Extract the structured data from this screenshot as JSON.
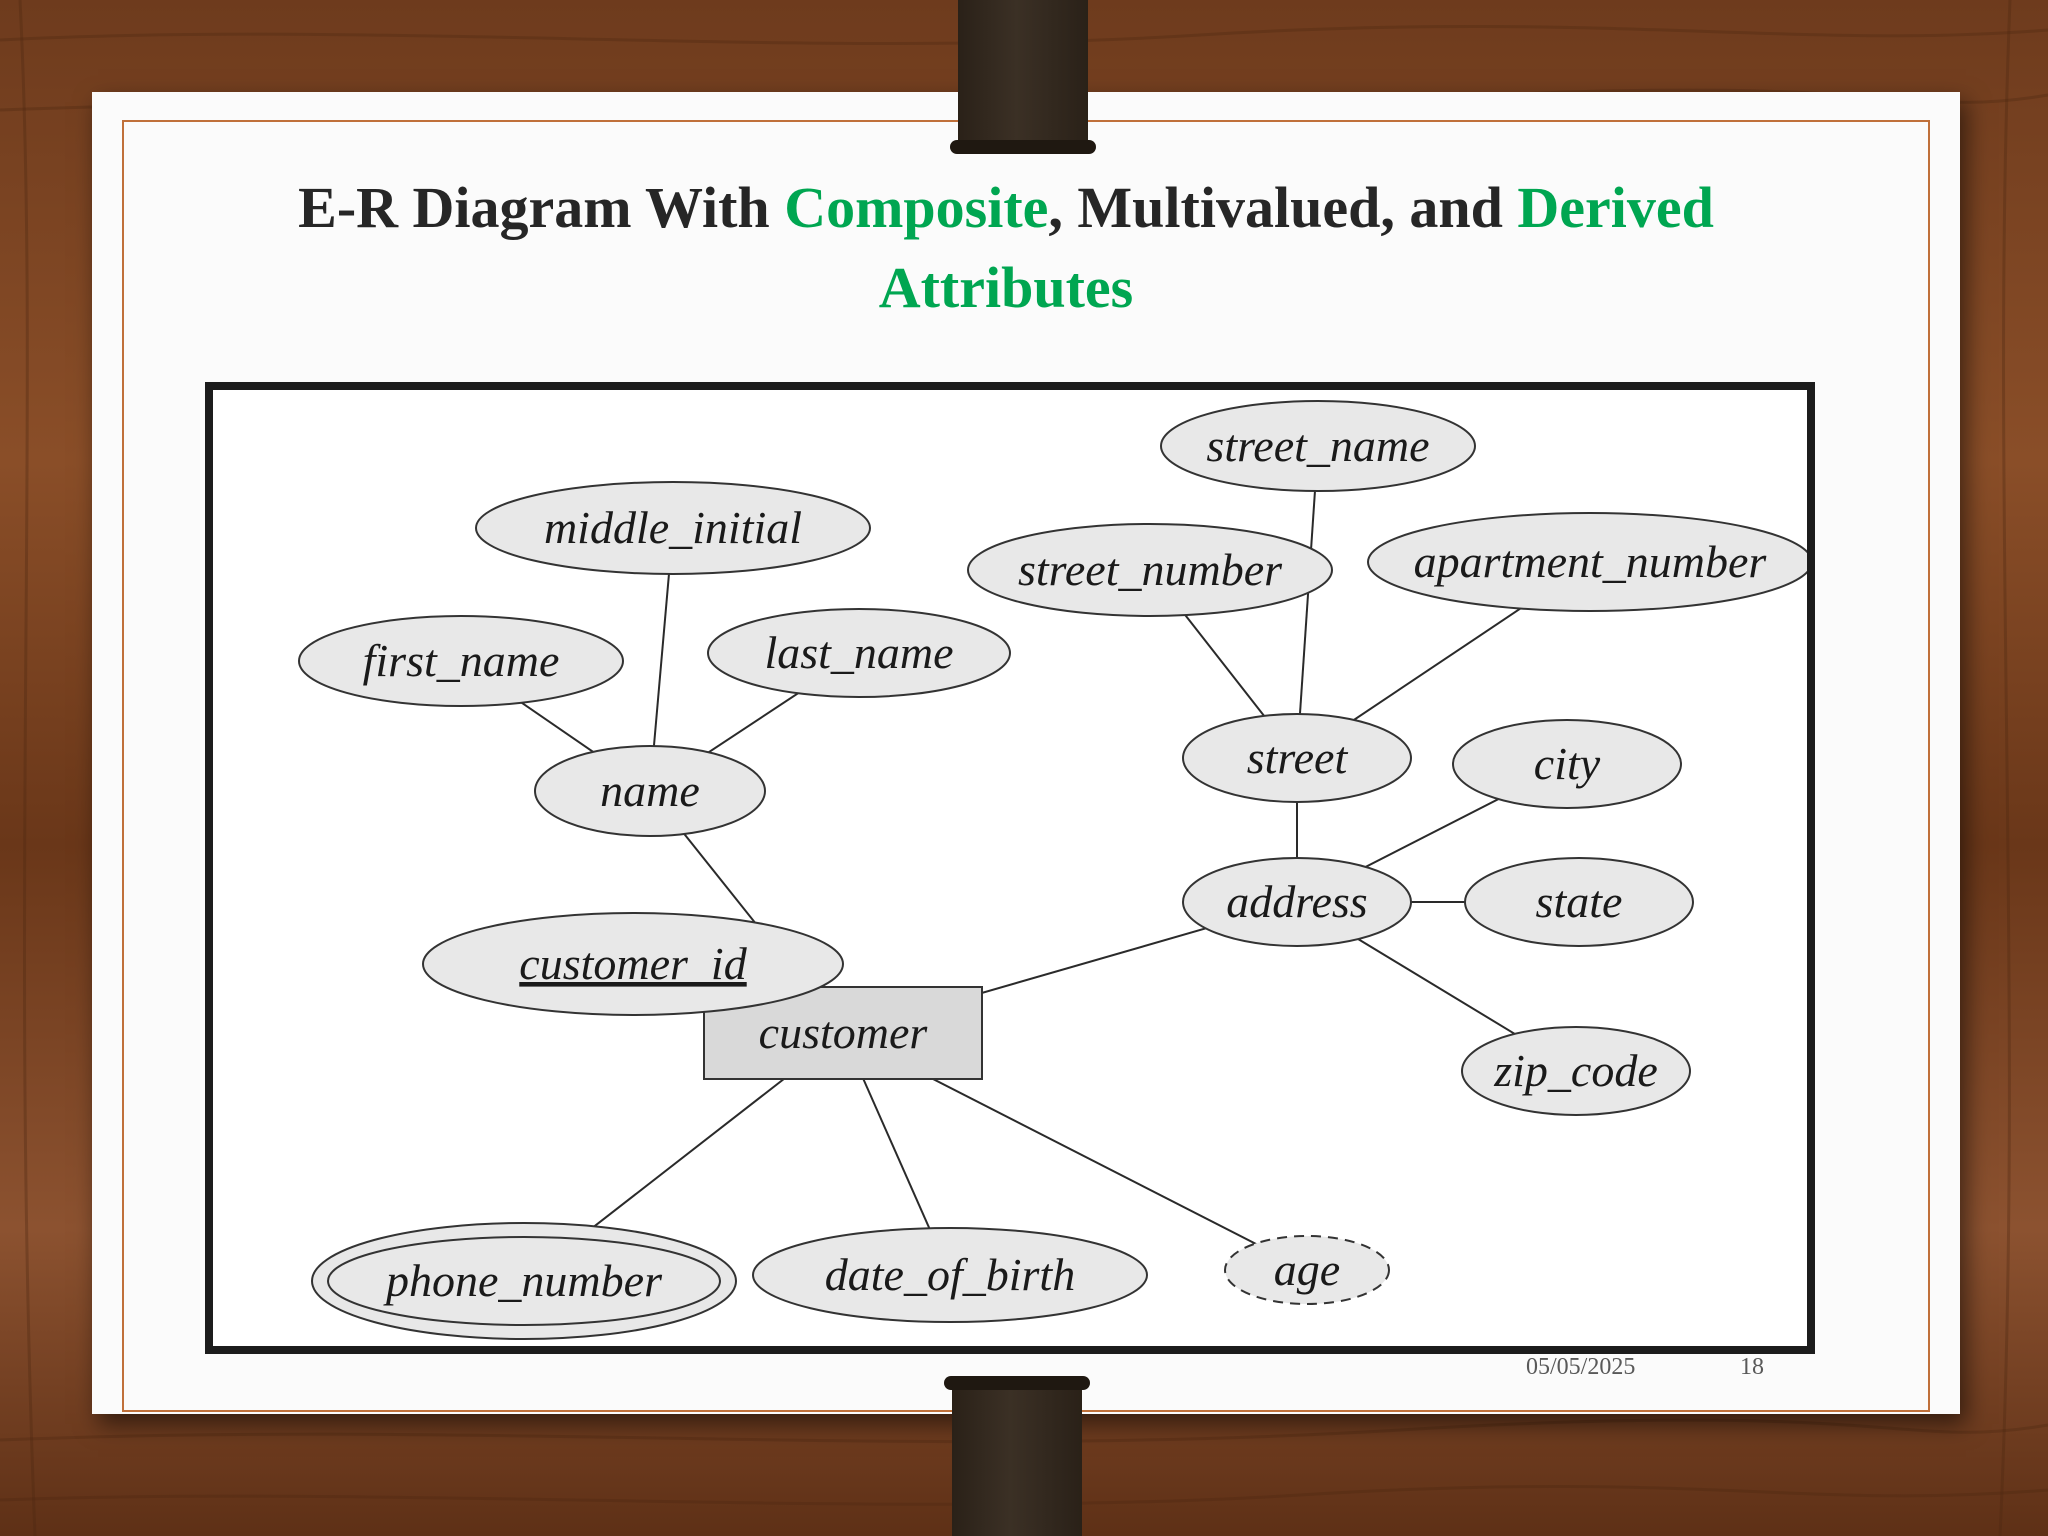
{
  "title": {
    "part1": "E-R Diagram With ",
    "composite": "Composite",
    "part2": ", Multivalued, and ",
    "derived": "Derived",
    "attributes": "Attributes"
  },
  "colors": {
    "accent": "#00a651",
    "title_text": "#262626",
    "slide_border": "#c0703a",
    "node_fill": "#e8e8e8",
    "entity_fill": "#d9d9d9"
  },
  "diagram": {
    "entity": {
      "id": "customer",
      "label": "customer"
    },
    "attributes": [
      {
        "id": "customer_id",
        "label": "customer_id",
        "kind": "key"
      },
      {
        "id": "name",
        "label": "name",
        "kind": "composite"
      },
      {
        "id": "first_name",
        "label": "first_name",
        "kind": "simple"
      },
      {
        "id": "middle_initial",
        "label": "middle_initial",
        "kind": "simple"
      },
      {
        "id": "last_name",
        "label": "last_name",
        "kind": "simple"
      },
      {
        "id": "address",
        "label": "address",
        "kind": "composite"
      },
      {
        "id": "street",
        "label": "street",
        "kind": "composite"
      },
      {
        "id": "street_number",
        "label": "street_number",
        "kind": "simple"
      },
      {
        "id": "street_name",
        "label": "street_name",
        "kind": "simple"
      },
      {
        "id": "apartment_number",
        "label": "apartment_number",
        "kind": "simple"
      },
      {
        "id": "city",
        "label": "city",
        "kind": "simple"
      },
      {
        "id": "state",
        "label": "state",
        "kind": "simple"
      },
      {
        "id": "zip_code",
        "label": "zip_code",
        "kind": "simple"
      },
      {
        "id": "phone_number",
        "label": "phone_number",
        "kind": "multivalued"
      },
      {
        "id": "date_of_birth",
        "label": "date_of_birth",
        "kind": "simple"
      },
      {
        "id": "age",
        "label": "age",
        "kind": "derived"
      }
    ],
    "edges": [
      [
        "customer",
        "name"
      ],
      [
        "customer",
        "customer_id"
      ],
      [
        "customer",
        "address"
      ],
      [
        "customer",
        "phone_number"
      ],
      [
        "customer",
        "date_of_birth"
      ],
      [
        "customer",
        "age"
      ],
      [
        "name",
        "first_name"
      ],
      [
        "name",
        "middle_initial"
      ],
      [
        "name",
        "last_name"
      ],
      [
        "address",
        "street"
      ],
      [
        "address",
        "city"
      ],
      [
        "address",
        "state"
      ],
      [
        "address",
        "zip_code"
      ],
      [
        "street",
        "street_number"
      ],
      [
        "street",
        "street_name"
      ],
      [
        "street",
        "apartment_number"
      ]
    ]
  },
  "footer": {
    "date": "05/05/2025",
    "page": "18"
  }
}
